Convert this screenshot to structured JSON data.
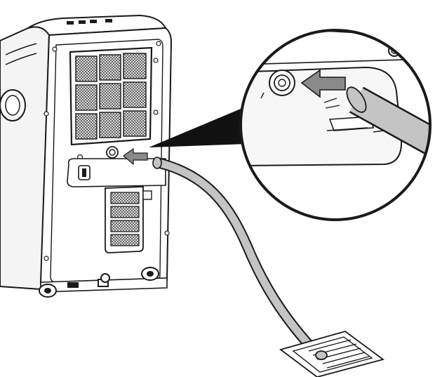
{
  "figure": {
    "kind": "installation-illustration",
    "description_labels": {
      "unit": "portable-air-conditioner-rear",
      "detail": "drain-outlet-magnified",
      "hose": "drain-hose",
      "drain": "floor-drain"
    },
    "colors": {
      "line": "#1a1a1a",
      "background": "#ffffff",
      "hose_fill": "#c4c4c4",
      "arrow_fill": "#8a8a8a",
      "filter_fill": "#5a5a5a",
      "callout_fill": "#111111",
      "panel_fill": "#f7f7f7"
    }
  }
}
